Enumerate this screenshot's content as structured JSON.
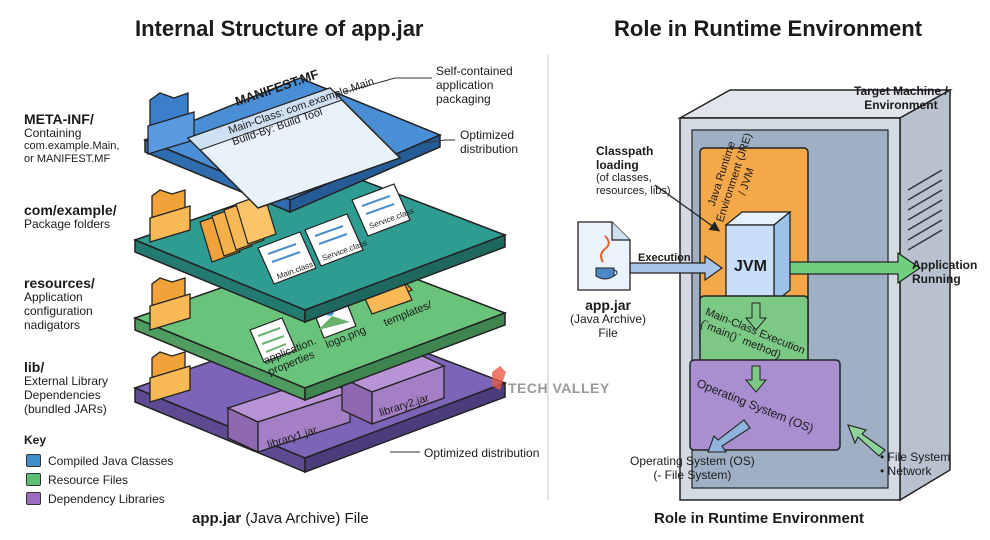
{
  "left": {
    "title": "Internal Structure of app.jar",
    "footer_bold": "app.jar",
    "footer_rest": " (Java Archive) File",
    "layers": {
      "meta": {
        "name": "META-INF/",
        "desc1": "Containing",
        "desc2": "com.example.Main,",
        "desc3": "or MANIFEST.MF"
      },
      "com": {
        "name": "com/example/",
        "desc1": "Package folders"
      },
      "res": {
        "name": "resources/",
        "desc1": "Application",
        "desc2": "configuration",
        "desc3": "nadigators"
      },
      "lib": {
        "name": "lib/",
        "desc1": "External Library",
        "desc2": "Dependencies",
        "desc3": "(bundled JARs)"
      }
    },
    "manifest": {
      "title": "MANIFEST.MF",
      "line1": "Main-Class: com.example.Main",
      "line2": "Build-By: Build Tool"
    },
    "class_files": [
      "Main.class",
      "Service.class",
      "Service.class"
    ],
    "resource_files": [
      "application.",
      "properties",
      "logo.png",
      "templates/"
    ],
    "jar_files": [
      "library1.jar",
      "library2.jar"
    ],
    "callouts": {
      "packaging1": "Self-contained",
      "packaging2": "application",
      "packaging3": "packaging",
      "dist_top1": "Optimized",
      "dist_top2": "distribution",
      "dist_bottom": "Optimized distribution"
    },
    "key": {
      "title": "Key",
      "items": [
        {
          "label": "Compiled Java Classes",
          "color": "#3f8fc8"
        },
        {
          "label": "Resource Files",
          "color": "#5cbf73"
        },
        {
          "label": "Dependency Libraries",
          "color": "#9b6cc0"
        }
      ]
    }
  },
  "right": {
    "title": "Role in Runtime Environment",
    "footer": "Role in Runtime Environment",
    "machine1": "Target Machine /",
    "machine2": "Environment",
    "jre1": "Java Runtime",
    "jre2": "Environment (JRE)",
    "jre3": "/ JVM",
    "jvm": "JVM",
    "main1": "Main-Class Execution",
    "main2": "(`main()` method)",
    "os_inside": "Operating System (OS)",
    "classpath_bold1": "Classpath",
    "classpath_bold2": "loading",
    "classpath1": "(of classes,",
    "classpath2": "resources, libs)",
    "execution": "Execution",
    "jar_name": "app.jar",
    "jar_desc1": "(Java Archive)",
    "jar_desc2": "File",
    "running1": "Application",
    "running2": "Running",
    "os_out1": "Operating System (OS)",
    "os_out2": "(- File System)",
    "fs1": "• File System",
    "fs2": "• Network"
  },
  "watermark": "TECH VALLEY"
}
